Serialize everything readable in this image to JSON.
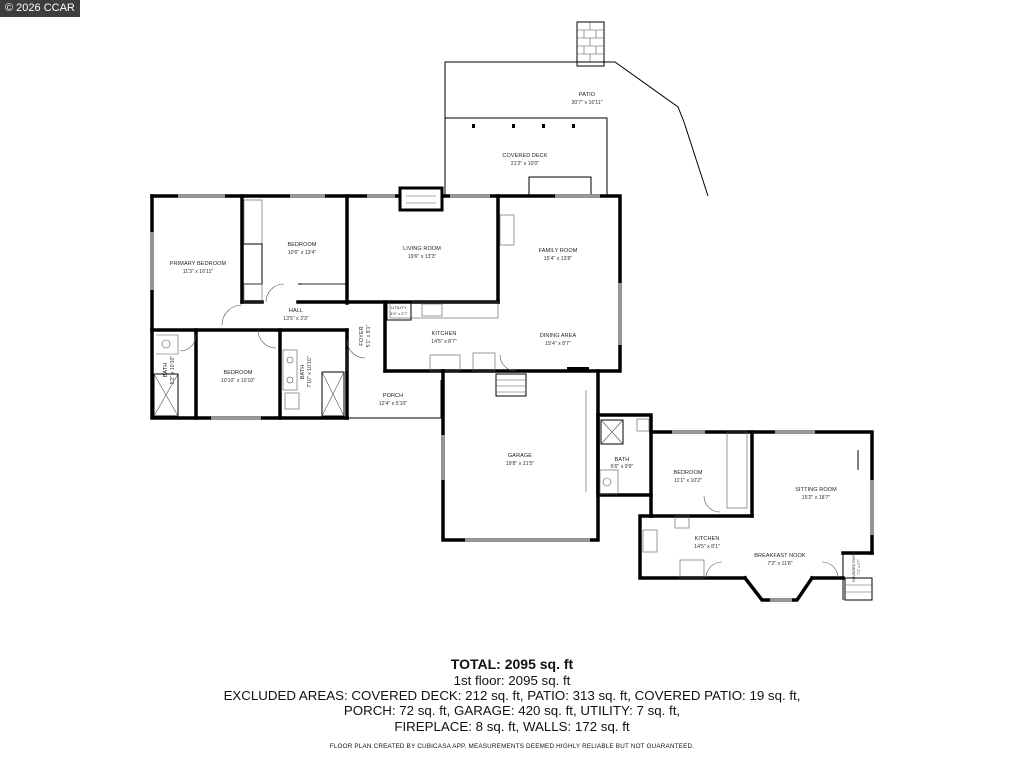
{
  "watermark": "© 2026 CCAR",
  "rooms": {
    "patio": {
      "name": "PATIO",
      "dim": "30'7\" x 16'11\""
    },
    "covered_deck": {
      "name": "COVERED DECK",
      "dim": "21'2\" x 10'0\""
    },
    "primary_bedroom": {
      "name": "PRIMARY BEDROOM",
      "dim": "11'3\" x 16'11\""
    },
    "bedroom_1": {
      "name": "BEDROOM",
      "dim": "10'6\" x 13'4\""
    },
    "living_room": {
      "name": "LIVING ROOM",
      "dim": "19'6\" x 13'3\""
    },
    "family_room": {
      "name": "FAMILY ROOM",
      "dim": "15'4\" x 13'8\""
    },
    "hall": {
      "name": "HALL",
      "dim": "13'5\" x 3'3\""
    },
    "utility": {
      "name": "UTILITY",
      "dim": "4'9\" x 2'7\""
    },
    "kitchen_main": {
      "name": "KITCHEN",
      "dim": "14'5\" x 8'7\""
    },
    "dining_area": {
      "name": "DINING AREA",
      "dim": "15'4\" x 8'7\""
    },
    "foyer": {
      "name": "FOYER",
      "dim": "5'1\" x 8'1\""
    },
    "bath_1": {
      "name": "BATH",
      "dim": "5'2\" x 10'10\""
    },
    "bedroom_2": {
      "name": "BEDROOM",
      "dim": "10'10\" x 10'10\""
    },
    "bath_2": {
      "name": "BATH",
      "dim": "7'10\" x 10'10\""
    },
    "porch": {
      "name": "PORCH",
      "dim": "12'4\" x 5'10\""
    },
    "garage": {
      "name": "GARAGE",
      "dim": "19'8\" x 21'5\""
    },
    "bath_3": {
      "name": "BATH",
      "dim": "6'6\" x 9'9\""
    },
    "bedroom_3": {
      "name": "BEDROOM",
      "dim": "11'1\" x 10'2\""
    },
    "sitting_room": {
      "name": "SITTING ROOM",
      "dim": "15'2\" x 18'7\""
    },
    "kitchen_annex": {
      "name": "KITCHEN",
      "dim": "14'5\" x 8'1\""
    },
    "breakfast_nook": {
      "name": "BREAKFAST NOOK",
      "dim": "7'3\" x 11'8\""
    },
    "covered_patio": {
      "name": "COVERED PATIO",
      "dim": "7'2\" x 2'7\""
    }
  },
  "summary": {
    "total": "TOTAL: 2095 sq. ft",
    "floor": "1st floor: 2095 sq. ft",
    "excluded_1": "EXCLUDED AREAS: COVERED DECK: 212 sq. ft, PATIO: 313 sq. ft, COVERED PATIO: 19 sq. ft,",
    "excluded_2": "PORCH: 72 sq. ft, GARAGE: 420 sq. ft, UTILITY: 7 sq. ft,",
    "excluded_3": "FIREPLACE: 8 sq. ft, WALLS: 172 sq. ft",
    "disclaimer": "FLOOR PLAN CREATED BY CUBICASA APP. MEASUREMENTS DEEMED HIGHLY RELIABLE BUT NOT GUARANTEED."
  }
}
